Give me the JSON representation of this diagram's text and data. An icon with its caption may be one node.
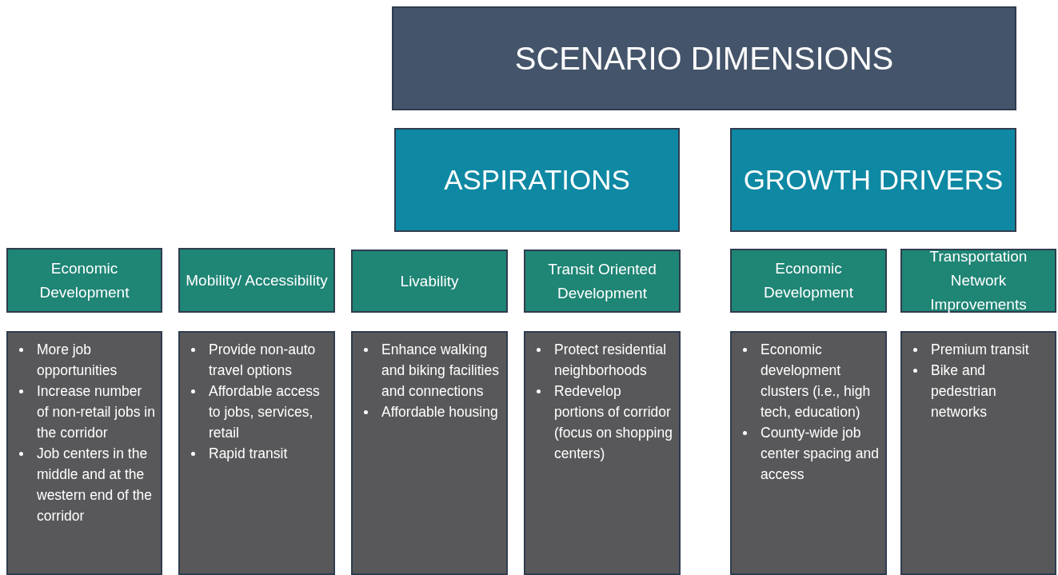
{
  "diagram": {
    "nodes": [
      {
        "text": [
          "SCENARIO DIMENSIONS"
        ]
      },
      {
        "text": [
          "ASPIRATIONS"
        ]
      },
      {
        "text": [
          "GROWTH DRIVERS"
        ]
      },
      {
        "text": [
          "Economic Development"
        ]
      },
      {
        "text": [
          "Mobility/ Accessibility"
        ]
      },
      {
        "text": [
          "Livability"
        ]
      },
      {
        "text": [
          "Transit Oriented Development"
        ]
      },
      {
        "text": [
          "Economic Development"
        ]
      },
      {
        "text": [
          "Transportation Network Improvements"
        ]
      },
      {
        "text": [
          "More job opportunities",
          "Increase number of non-retail jobs in the corridor",
          "Job centers in the middle and at the western end of the corridor"
        ]
      },
      {
        "text": [
          "Provide non-auto travel options",
          "Affordable access to jobs, services, retail",
          "Rapid transit"
        ]
      },
      {
        "text": [
          "Enhance walking and biking facilities and connections",
          "Affordable housing"
        ]
      },
      {
        "text": [
          "Protect residential neighborhoods",
          "Redevelop portions of corridor (focus on shopping centers)"
        ]
      },
      {
        "text": [
          "Economic development clusters (i.e., high tech, education)",
          "County-wide job center spacing and access"
        ]
      },
      {
        "text": [
          "Premium transit",
          "Bike and pedestrian networks"
        ]
      }
    ]
  }
}
